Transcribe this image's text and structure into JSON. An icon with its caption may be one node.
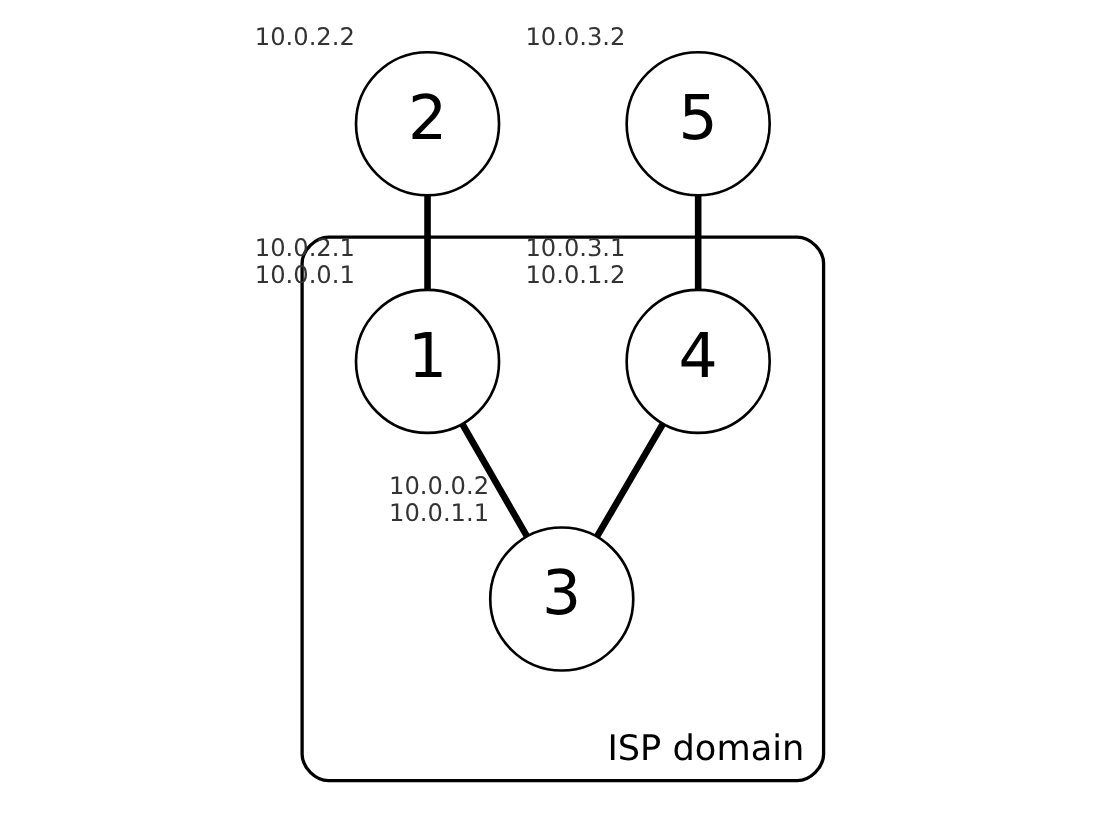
{
  "diagram": {
    "nodes": [
      {
        "text": [
          "2"
        ],
        "beside": [
          "10.0.2.2"
        ]
      },
      {
        "text": [
          "5"
        ],
        "beside": [
          "10.0.3.2"
        ]
      },
      {
        "text": [
          "ISP domain"
        ]
      },
      {
        "text": [
          "1"
        ],
        "in": 2,
        "beside": [
          "10.0.2.1",
          "10.0.0.1"
        ]
      },
      {
        "text": [
          "4"
        ],
        "in": 2,
        "beside": [
          "10.0.3.1",
          "10.0.1.2"
        ]
      },
      {
        "text": [
          "3"
        ],
        "in": 2,
        "beside": [
          "10.0.0.2",
          "10.0.1.1"
        ]
      }
    ],
    "edges": [
      {
        "from": 0,
        "to": 3,
        "arrow": "none"
      },
      {
        "from": 1,
        "to": 4,
        "arrow": "none"
      },
      {
        "from": 3,
        "to": 5,
        "arrow": "none"
      },
      {
        "from": 4,
        "to": 5,
        "arrow": "none"
      }
    ]
  }
}
